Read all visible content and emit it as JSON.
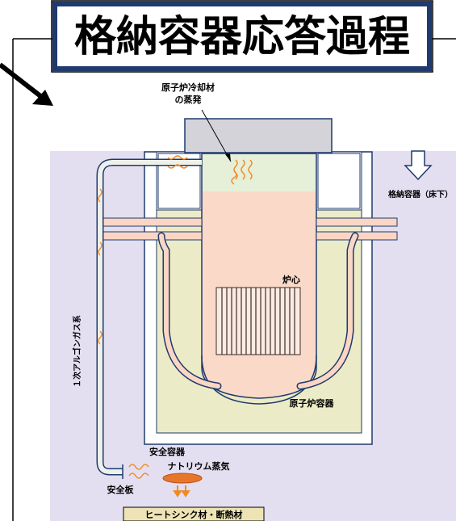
{
  "title": "格納容器応答過程",
  "labels": {
    "coolant_evaporation_line1": "原子炉冷却材",
    "coolant_evaporation_line2": "の蒸発",
    "containment_floor": "格納容器（床下）",
    "core": "炉心",
    "reactor_vessel": "原子炉容器",
    "primary_argon_gas": "１次アルゴンガス系",
    "guard_vessel": "安全容器",
    "sodium_vapor": "ナトリウム蒸気",
    "safety_plate": "安全板",
    "heat_sink": "ヒートシンク材・断熱材"
  },
  "colors": {
    "title_border": "#1f3a6e",
    "containment_fill": "#e3dff0",
    "vessel_fill": "#fad9c8",
    "guard_fill": "#ecebc7",
    "vapor_fill": "#e6efd8",
    "wave_color": "#f08a24",
    "sodium_pool": "#e8762a",
    "pipe_fill": "#fbd6c4",
    "head_fill": "#d3d3d9"
  },
  "icons": {
    "pointer_arrow": "arrow-icon",
    "down_arrow": "down-arrow-icon",
    "heat_wave": "wave-icon"
  }
}
